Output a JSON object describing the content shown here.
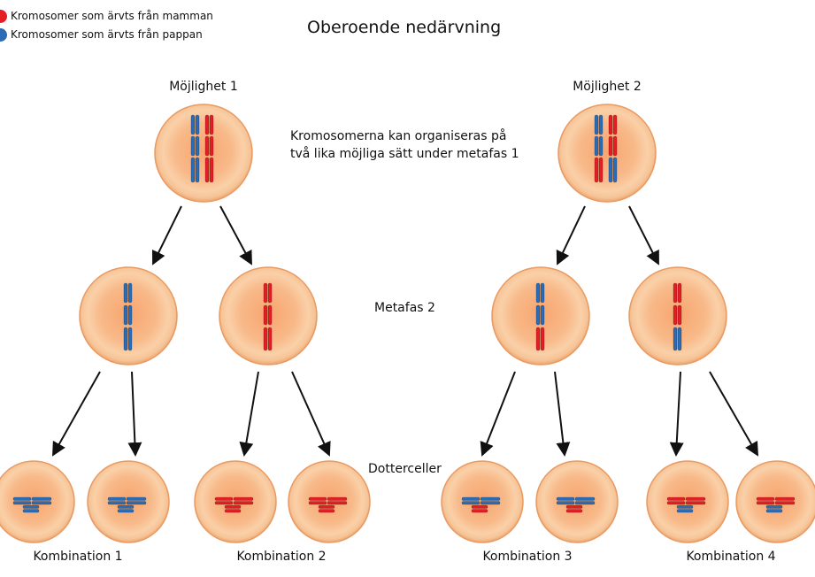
{
  "title": "Oberoende nedärvning",
  "legend": {
    "mother": {
      "label": "Kromosomer som ärvts från mamman",
      "color": "#e31e24"
    },
    "father": {
      "label": "Kromosomer som ärvts från pappan",
      "color": "#2b6cb4"
    }
  },
  "possibilities": [
    "Möjlighet 1",
    "Möjlighet 2"
  ],
  "annotation": {
    "line1": "Kromosomerna kan organiseras på",
    "line2": "två lika möjliga sätt under metafas 1"
  },
  "metaphase2": "Metafas 2",
  "daughter_cells": "Dotterceller",
  "combinations": [
    "Kombination 1",
    "Kombination 2",
    "Kombination 3",
    "Kombination 4"
  ],
  "colors": {
    "cell_edge": "#f0a875",
    "cell_core": "#f6a672",
    "arrow": "#111111"
  }
}
